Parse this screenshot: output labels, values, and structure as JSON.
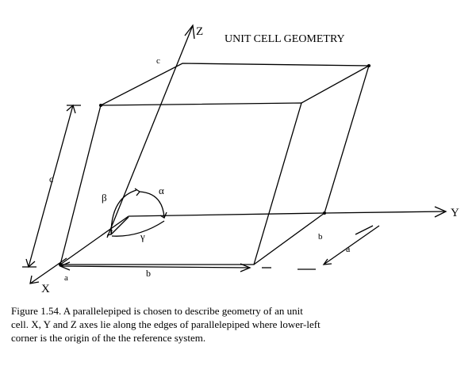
{
  "title": "UNIT CELL GEOMETRY",
  "axes": {
    "x": "X",
    "y": "Y",
    "z": "Z"
  },
  "edges": {
    "c_top": "c",
    "c_left": "c",
    "b_bottom": "b",
    "b_right": "b",
    "a_origin": "a",
    "a_right": "a"
  },
  "angles": {
    "alpha": "α",
    "beta": "β",
    "gamma": "γ"
  },
  "caption": {
    "line1": "Figure 1.54. A parallelepiped is chosen to describe geometry of an unit",
    "line2": "cell. X, Y and Z axes lie along the edges of parallelepiped where lower-left",
    "line3": "corner is the origin of the the reference system."
  }
}
